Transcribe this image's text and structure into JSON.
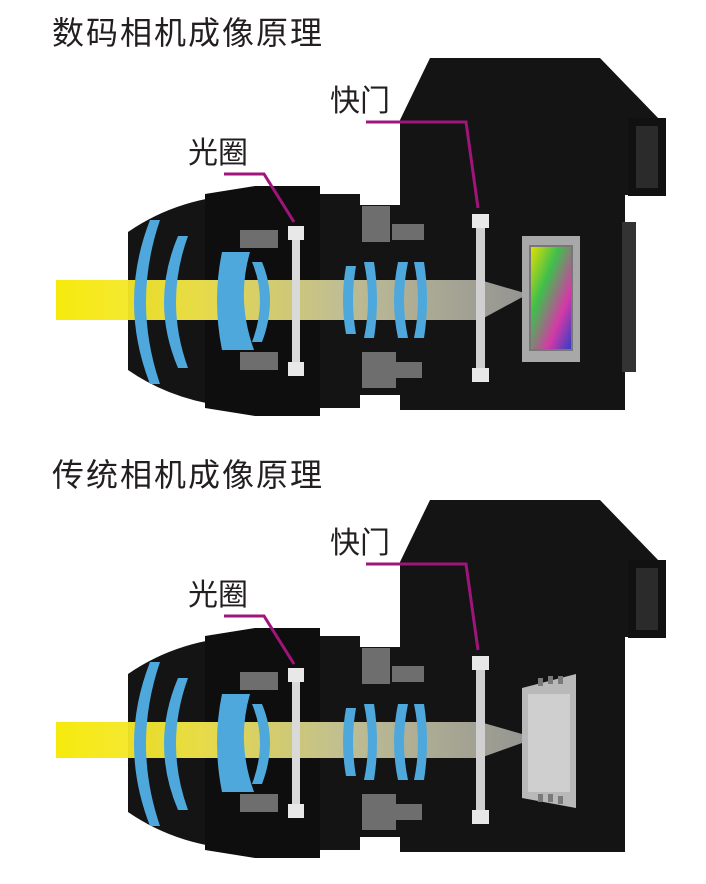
{
  "panels": {
    "digital": {
      "title": "数码相机成像原理",
      "shutter_label": "快门",
      "aperture_label": "光圈",
      "image_plane": "sensor"
    },
    "film": {
      "title": "传统相机成像原理",
      "shutter_label": "快门",
      "aperture_label": "光圈",
      "image_plane": "film"
    }
  },
  "colors": {
    "camera_body": "#141414",
    "lens_element": "#4fa8dc",
    "light_beam": "#f4e800",
    "leader_line": "#a0157a",
    "barrel_parts": "#6e6e6e",
    "film_frame": "#b9b9b9"
  }
}
